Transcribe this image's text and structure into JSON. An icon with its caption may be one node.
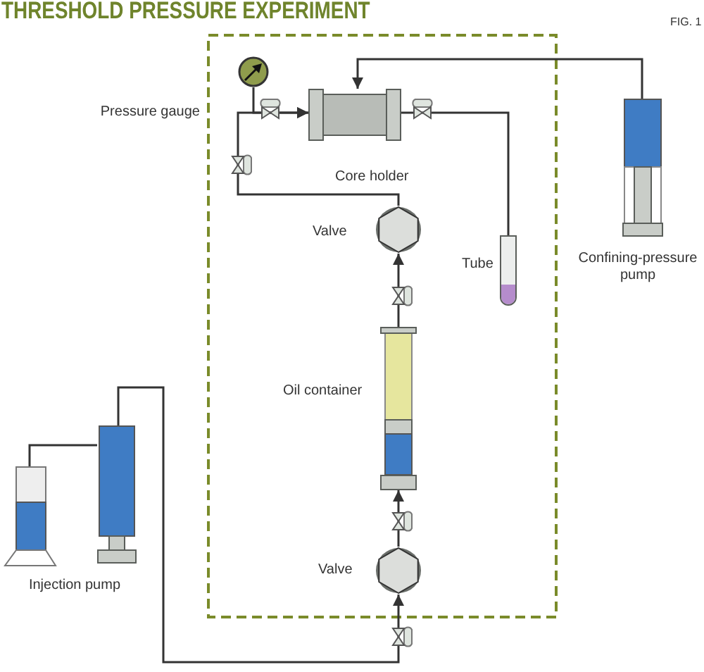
{
  "diagram": {
    "title": "THRESHOLD PRESSURE EXPERIMENT",
    "nodes": [
      {
        "text": [],
        "shape": "gauge",
        "beside": [
          "Pressure gauge"
        ]
      },
      {
        "text": [],
        "shape": "cylinder",
        "beside": [
          "Core holder"
        ]
      },
      {
        "text": [],
        "shape": "pump",
        "beside": [
          "Confining-pressure pump"
        ]
      },
      {
        "text": [],
        "shape": "hexagon",
        "beside": [
          "Valve"
        ]
      },
      {
        "text": [],
        "shape": "tube",
        "beside": [
          "Tube"
        ]
      },
      {
        "text": [],
        "shape": "container",
        "beside": [
          "Oil container"
        ]
      },
      {
        "text": [],
        "shape": "pump",
        "beside": [
          "Injection pump"
        ]
      },
      {
        "text": [],
        "shape": "beaker"
      },
      {
        "text": [],
        "shape": "hexagon",
        "beside": [
          "Valve"
        ]
      }
    ],
    "edges": [
      {
        "from": 0,
        "to": 1,
        "arrow": "to"
      },
      {
        "from": 3,
        "to": 1,
        "arrow": "to"
      },
      {
        "from": 1,
        "to": 4,
        "arrow": "none"
      },
      {
        "from": 2,
        "to": 1,
        "arrow": "to"
      },
      {
        "from": 5,
        "to": 3,
        "arrow": "to"
      },
      {
        "from": 8,
        "to": 5,
        "arrow": "to"
      },
      {
        "from": 6,
        "to": 8,
        "arrow": "to"
      },
      {
        "from": 7,
        "to": 6,
        "arrow": "none"
      }
    ],
    "labels": [
      "FIG. 1"
    ]
  }
}
